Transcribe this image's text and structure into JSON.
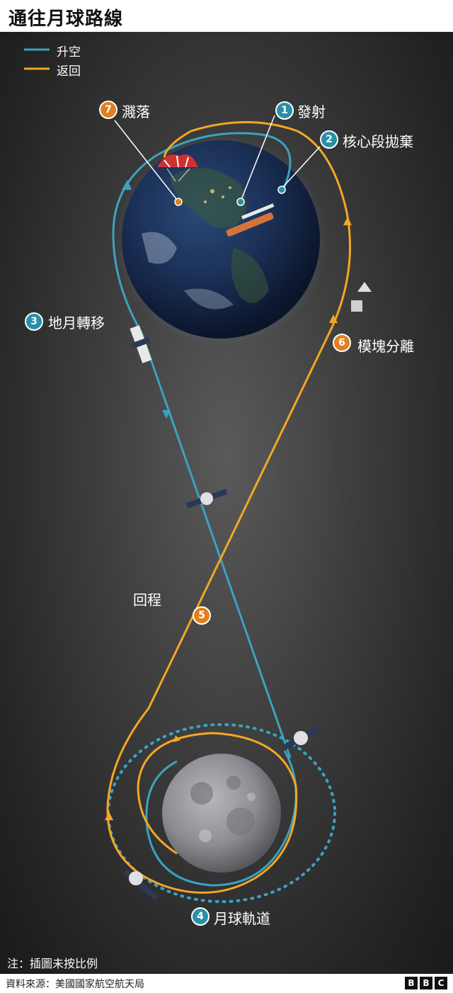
{
  "title": "通往月球路線",
  "legend": {
    "outbound": {
      "label": "升空",
      "color": "#3aa3c0"
    },
    "return": {
      "label": "返回",
      "color": "#f5a623"
    }
  },
  "steps": [
    {
      "number": "1",
      "label": "發射",
      "path": "outbound"
    },
    {
      "number": "2",
      "label": "核心段拋棄",
      "path": "outbound"
    },
    {
      "number": "3",
      "label": "地月轉移",
      "path": "outbound"
    },
    {
      "number": "4",
      "label": "月球軌道",
      "path": "outbound"
    },
    {
      "number": "5",
      "label": "",
      "path": "return"
    },
    {
      "number": "6",
      "label": "模塊分離",
      "path": "return"
    },
    {
      "number": "7",
      "label": "濺落",
      "path": "return"
    }
  ],
  "return_label": "回程",
  "note": "注：插圖未按比例",
  "source": "資料來源：美國國家航空航天局",
  "logo": [
    "B",
    "B",
    "C"
  ],
  "icons": {
    "earth": "earth-icon",
    "moon": "moon-icon",
    "rocket": "rocket-icon",
    "spacecraft": "orion-spacecraft-icon",
    "parachute": "parachute-icon",
    "capsule": "capsule-icon"
  }
}
